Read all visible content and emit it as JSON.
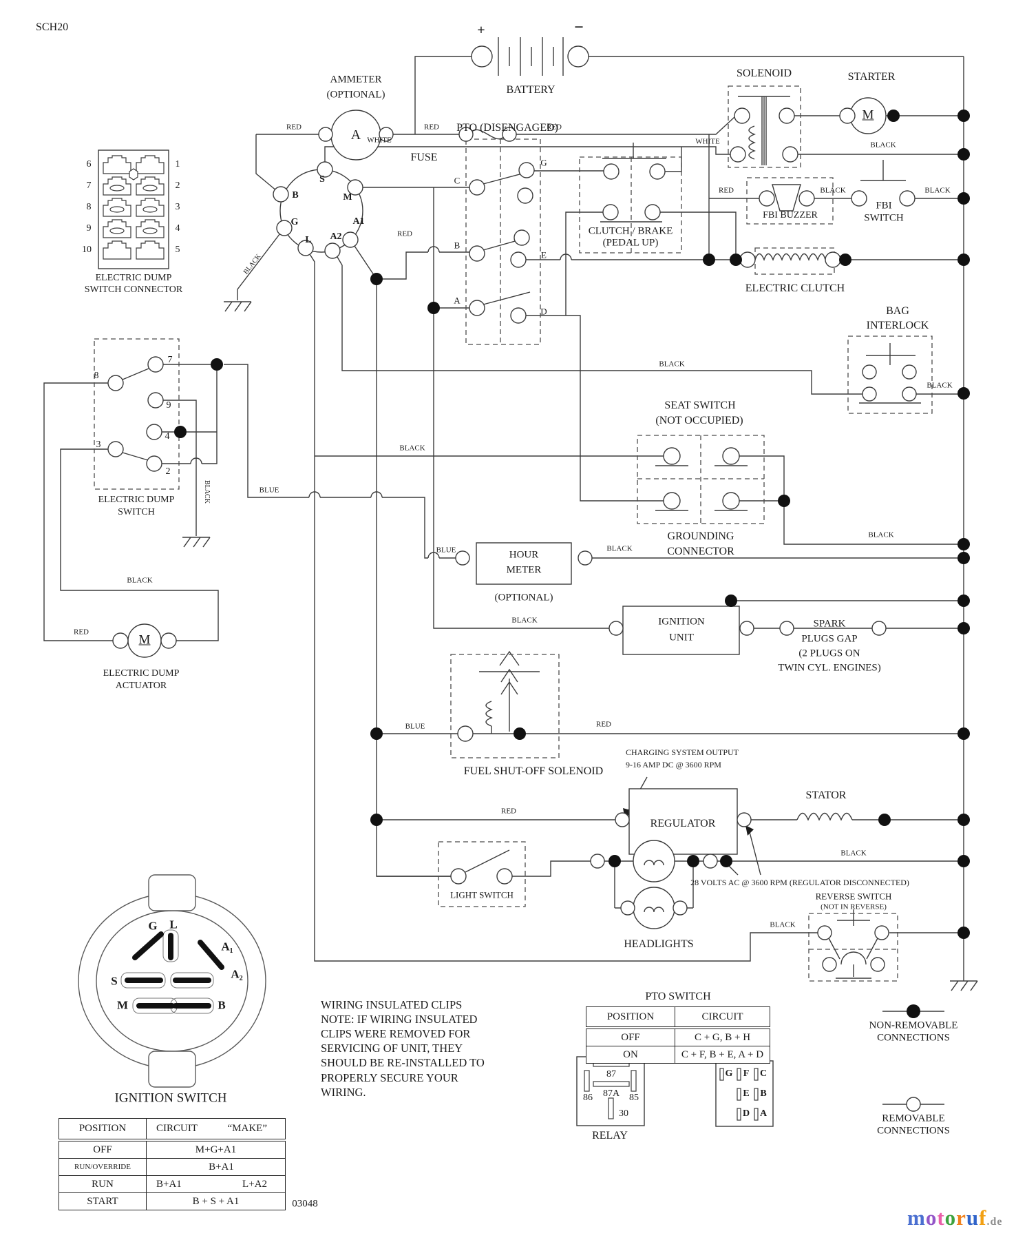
{
  "doc": {
    "code": "SCH20",
    "figure_number": "03048"
  },
  "wire_labels": {
    "red": "RED",
    "black": "BLACK",
    "white": "WHITE",
    "blue": "BLUE"
  },
  "components": {
    "ammeter": "AMMETER",
    "ammeter_opt": "(OPTIONAL)",
    "ammeter_a": "A",
    "battery": "BATTERY",
    "plus": "+",
    "minus": "−",
    "fuse": "FUSE",
    "pto_disengaged": "PTO (DISENGAGED)",
    "solenoid": "SOLENOID",
    "starter": "STARTER",
    "motor_m": "M",
    "fbi_buzzer": "FBI BUZZER",
    "fbi": "FBI",
    "switch_word": "SWITCH",
    "electric_clutch": "ELECTRIC CLUTCH",
    "bag": "BAG",
    "interlock": "INTERLOCK",
    "clutch_brake": "CLUTCH / BRAKE",
    "pedal_up": "(PEDAL UP)",
    "seat_switch": "SEAT SWITCH",
    "not_occupied": "(NOT OCCUPIED)",
    "grounding": "GROUNDING",
    "connector": "CONNECTOR",
    "hour": "HOUR",
    "meter": "METER",
    "optional": "(OPTIONAL)",
    "ignition": "IGNITION",
    "unit": "UNIT",
    "spark1": "SPARK",
    "spark2": "PLUGS GAP",
    "spark3": "(2 PLUGS ON",
    "spark4": "TWIN CYL. ENGINES)",
    "fuel_solenoid": "FUEL SHUT-OFF SOLENOID",
    "charging1": "CHARGING SYSTEM OUTPUT",
    "charging2": "9-16 AMP DC @ 3600 RPM",
    "regulator": "REGULATOR",
    "stator": "STATOR",
    "volts": "28 VOLTS AC @ 3600 RPM (REGULATOR DISCONNECTED)",
    "light_switch": "LIGHT SWITCH",
    "headlights": "HEADLIGHTS",
    "reverse_switch": "REVERSE SWITCH",
    "not_in_reverse": "(NOT IN REVERSE)",
    "electric_dump": "ELECTRIC DUMP",
    "switch_connector": "SWITCH CONNECTOR",
    "switch": "SWITCH",
    "actuator": "ACTUATOR",
    "relay": "RELAY",
    "ignition_switch": "IGNITION SWITCH"
  },
  "terminals": {
    "s": "S",
    "m": "M",
    "b": "B",
    "g": "G",
    "l": "L",
    "a1": "A1",
    "a2": "A2",
    "c": "C",
    "a": "A",
    "d": "D",
    "e": "E",
    "f": "F",
    "sub_a1": "A₁",
    "sub_a2": "A₂"
  },
  "connector_pins": {
    "left": [
      "6",
      "7",
      "8",
      "9",
      "10"
    ],
    "right": [
      "1",
      "2",
      "3",
      "4",
      "5"
    ]
  },
  "dump_switch_pins": {
    "p8": "8",
    "p7": "7",
    "p9": "9",
    "p4": "4",
    "p3": "3",
    "p2": "2"
  },
  "relay_pins": {
    "p87": "87",
    "p87a": "87A",
    "p86": "86",
    "p85": "85",
    "p30": "30"
  },
  "note": {
    "lines": [
      "WIRING INSULATED CLIPS",
      "NOTE:  IF WIRING INSULATED",
      "CLIPS WERE REMOVED FOR",
      "SERVICING OF UNIT, THEY",
      "SHOULD BE RE-INSTALLED TO",
      "PROPERLY SECURE YOUR",
      "WIRING."
    ]
  },
  "pto_table": {
    "title": "PTO SWITCH",
    "headers": {
      "position": "POSITION",
      "circuit": "CIRCUIT"
    },
    "rows": [
      {
        "position": "OFF",
        "circuit": "C + G, B + H"
      },
      {
        "position": "ON",
        "circuit": "C + F, B + E, A + D"
      }
    ]
  },
  "ignition_table": {
    "headers": {
      "position": "POSITION",
      "circuit": "CIRCUIT",
      "make": "“MAKE”"
    },
    "rows": [
      {
        "position": "OFF",
        "circuit": "M+G+A1",
        "circuit2": ""
      },
      {
        "position": "RUN/OVERRIDE",
        "circuit": "B+A1",
        "circuit2": ""
      },
      {
        "position": "RUN",
        "circuit": "B+A1",
        "circuit2": "L+A2"
      },
      {
        "position": "START",
        "circuit": "B + S + A1",
        "circuit2": ""
      }
    ]
  },
  "legend": {
    "non_removable1": "NON-REMOVABLE",
    "non_removable2": "CONNECTIONS",
    "removable1": "REMOVABLE",
    "removable2": "CONNECTIONS"
  },
  "watermark": {
    "letters": [
      {
        "ch": "m",
        "color": "#4a6fd0"
      },
      {
        "ch": "o",
        "color": "#9355c8"
      },
      {
        "ch": "t",
        "color": "#ea5fa8"
      },
      {
        "ch": "o",
        "color": "#3da23d"
      },
      {
        "ch": "r",
        "color": "#f0821e"
      },
      {
        "ch": "u",
        "color": "#2f63c9"
      },
      {
        "ch": "f",
        "color": "#f2a013"
      }
    ],
    "suffix": ".de",
    "suffix_color": "#8f8f8f"
  }
}
